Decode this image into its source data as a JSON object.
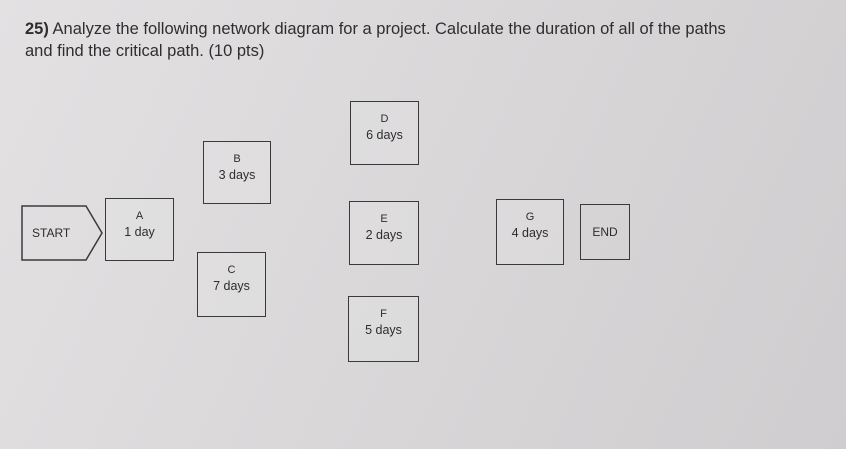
{
  "question": {
    "number": "25)",
    "line1": "Analyze the following network diagram for a project. Calculate the duration of all of the paths",
    "line2": "and find the critical path. (10 pts)"
  },
  "diagram": {
    "start": {
      "label": "START"
    },
    "end": {
      "label": "END"
    },
    "activities": [
      {
        "id": "A",
        "duration": "1 day"
      },
      {
        "id": "B",
        "duration": "3 days"
      },
      {
        "id": "C",
        "duration": "7 days"
      },
      {
        "id": "D",
        "duration": "6 days"
      },
      {
        "id": "E",
        "duration": "2 days"
      },
      {
        "id": "F",
        "duration": "5 days"
      },
      {
        "id": "G",
        "duration": "4 days"
      }
    ]
  }
}
